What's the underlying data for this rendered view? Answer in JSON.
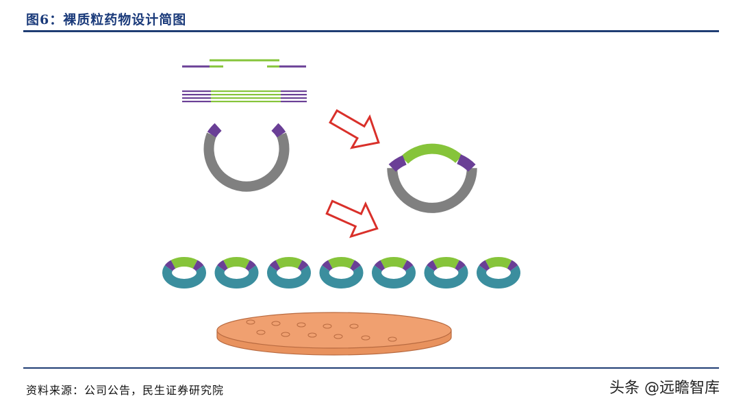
{
  "figure": {
    "title": "图6：裸质粒药物设计简图",
    "source": "资料来源：公司公告，民生证券研究院",
    "watermark": "头条 @远瞻智库"
  },
  "colors": {
    "header_rule": "#1f3d73",
    "title_text": "#1a3a7a",
    "purple": "#6a3f96",
    "green": "#86c43a",
    "gray": "#808080",
    "teal": "#3b8e9e",
    "arrow_red": "#d9302a",
    "dish_fill": "#f0a070",
    "dish_edge": "#b86a40"
  },
  "icons": [
    "dna-fragment-icon",
    "dna-stack-icon",
    "open-vector-icon",
    "arrow-icon",
    "recombinant-plasmid-icon",
    "plasmid-copy-icon",
    "culture-dish-icon"
  ],
  "plasmid_copies": 7,
  "dish_dots": 11
}
